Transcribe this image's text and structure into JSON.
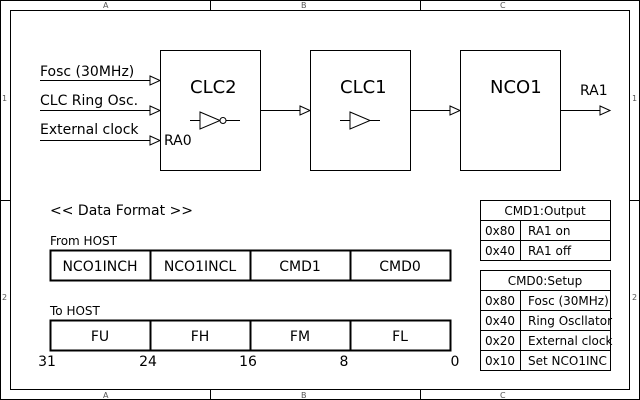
{
  "frame": {
    "col_labels": [
      "A",
      "B",
      "C"
    ],
    "row_labels": [
      "1",
      "2"
    ]
  },
  "inputs": [
    "Fosc (30MHz)",
    "CLC Ring Osc.",
    "External clock"
  ],
  "blocks": {
    "clc2": "CLC2",
    "clc1": "CLC1",
    "nco1": "NCO1",
    "clc2_pin": "RA0"
  },
  "output": "RA1",
  "data_format": {
    "title": "<< Data Format >>",
    "from_host_label": "From HOST",
    "from_host_fields": [
      "NCO1INCH",
      "NCO1INCL",
      "CMD1",
      "CMD0"
    ],
    "to_host_label": "To HOST",
    "to_host_fields": [
      "FU",
      "FH",
      "FM",
      "FL"
    ],
    "bit_positions": [
      "31",
      "24",
      "16",
      "8",
      "0"
    ]
  },
  "cmd1": {
    "title": "CMD1:Output",
    "rows": [
      {
        "code": "0x80",
        "desc": "RA1 on"
      },
      {
        "code": "0x40",
        "desc": "RA1 off"
      }
    ]
  },
  "cmd0": {
    "title": "CMD0:Setup",
    "rows": [
      {
        "code": "0x80",
        "desc": "Fosc (30MHz)"
      },
      {
        "code": "0x40",
        "desc": "Ring Oscllator"
      },
      {
        "code": "0x20",
        "desc": "External clock"
      },
      {
        "code": "0x10",
        "desc": "Set NCO1INC"
      }
    ]
  }
}
